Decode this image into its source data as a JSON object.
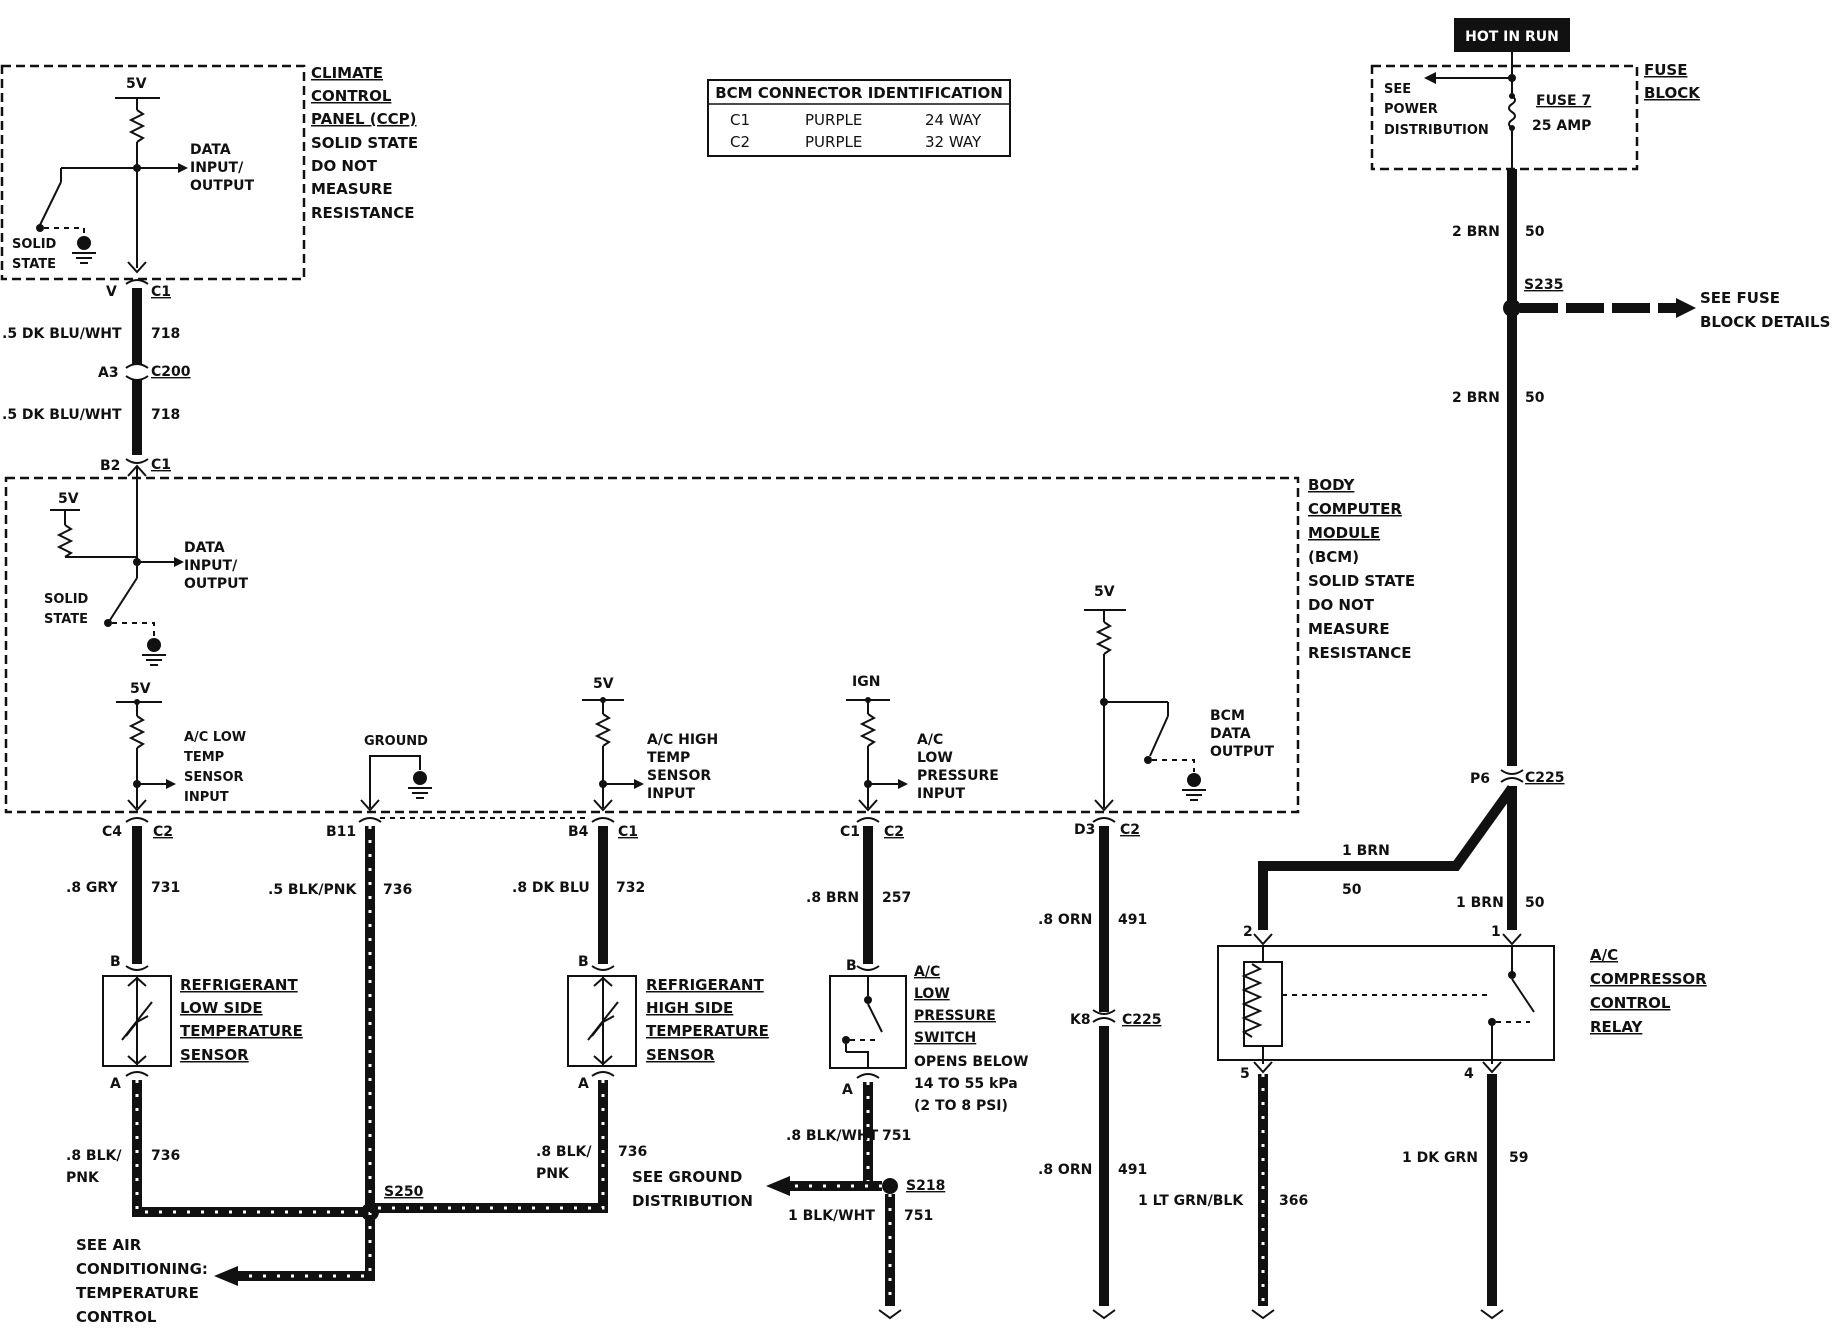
{
  "hot_in_run": "HOT IN RUN",
  "fuse_block": {
    "label_line1": "FUSE",
    "label_line2": "BLOCK",
    "fuse_name": "FUSE 7",
    "fuse_rating": "25 AMP",
    "see_power_line1": "SEE",
    "see_power_line2": "POWER",
    "see_power_line3": "DISTRIBUTION"
  },
  "bcm_table": {
    "title": "BCM CONNECTOR IDENTIFICATION",
    "rows": [
      {
        "conn": "C1",
        "color": "PURPLE",
        "size": "24 WAY"
      },
      {
        "conn": "C2",
        "color": "PURPLE",
        "size": "32 WAY"
      }
    ]
  },
  "ccp": {
    "label": [
      "CLIMATE",
      "CONTROL",
      "PANEL (CCP)",
      "SOLID STATE",
      "DO NOT",
      "MEASURE",
      "RESISTANCE"
    ],
    "voltage": "5V",
    "data_io": [
      "DATA",
      "INPUT/",
      "OUTPUT"
    ],
    "solid_state": [
      "SOLID",
      "STATE"
    ]
  },
  "bcm": {
    "label": [
      "BODY",
      "COMPUTER",
      "MODULE",
      "(BCM)",
      "SOLID STATE",
      "DO NOT",
      "MEASURE",
      "RESISTANCE"
    ],
    "voltage": "5V",
    "data_io": [
      "DATA",
      "INPUT/",
      "OUTPUT"
    ],
    "solid_state": [
      "SOLID",
      "STATE"
    ],
    "ac_low_temp": [
      "A/C LOW",
      "TEMP",
      "SENSOR",
      "INPUT"
    ],
    "ground": "GROUND",
    "ac_high_temp": [
      "A/C HIGH",
      "TEMP",
      "SENSOR",
      "INPUT"
    ],
    "ign": "IGN",
    "ac_low_pressure": [
      "A/C",
      "LOW",
      "PRESSURE",
      "INPUT"
    ],
    "data_output": [
      "BCM",
      "DATA",
      "OUTPUT"
    ]
  },
  "ccp_wire": {
    "pin_v": "V",
    "c1": "C1",
    "wire_a": ".5 DK BLU/WHT",
    "circuit_a": "718",
    "pin_a3": "A3",
    "c200": "C200",
    "wire_b": ".5 DK BLU/WHT",
    "circuit_b": "718",
    "pin_b2": "B2",
    "c1_b": "C1"
  },
  "power_wire": {
    "wire_top": "2 BRN",
    "circuit_top": "50",
    "splice": "S235",
    "see_fuse": [
      "SEE FUSE",
      "BLOCK DETAILS"
    ],
    "wire_mid": "2 BRN",
    "circuit_mid": "50",
    "pin_p6": "P6",
    "c225": "C225",
    "wire_left": "1 BRN",
    "circuit_left": "50",
    "wire_right": "1 BRN",
    "circuit_right": "50"
  },
  "relay": {
    "label": [
      "A/C",
      "COMPRESSOR",
      "CONTROL",
      "RELAY"
    ],
    "pin2": "2",
    "pin1": "1",
    "pin5": "5",
    "pin4": "4",
    "wire_5": "1 LT GRN/BLK",
    "circuit_5": "366",
    "wire_4": "1 DK GRN",
    "circuit_4": "59"
  },
  "low_side": {
    "pin": "C4",
    "conn": "C2",
    "wire": ".8 GRY",
    "circuit": "731",
    "pin_b": "B",
    "pin_a": "A",
    "label": [
      "REFRIGERANT",
      "LOW SIDE",
      "TEMPERATURE",
      "SENSOR"
    ],
    "wire_bottom_1": ".8 BLK/",
    "wire_bottom_2": "PNK",
    "circuit_bottom": "736"
  },
  "ground_wire": {
    "pin": "B11",
    "wire": ".5 BLK/PNK",
    "circuit": "736",
    "splice": "S250",
    "see_ac": [
      "SEE AIR",
      "CONDITIONING:",
      "TEMPERATURE",
      "CONTROL"
    ]
  },
  "high_side": {
    "pin": "B4",
    "conn": "C1",
    "wire": ".8 DK BLU",
    "circuit": "732",
    "pin_b": "B",
    "pin_a": "A",
    "label": [
      "REFRIGERANT",
      "HIGH SIDE",
      "TEMPERATURE",
      "SENSOR"
    ],
    "wire_bottom_1": ".8 BLK/",
    "wire_bottom_2": "PNK",
    "circuit_bottom": "736"
  },
  "pressure_switch": {
    "pin": "C1",
    "conn": "C2",
    "wire": ".8 BRN",
    "circuit": "257",
    "pin_b": "B",
    "pin_a": "A",
    "label": [
      "A/C",
      "LOW",
      "PRESSURE",
      "SWITCH"
    ],
    "note": [
      "OPENS BELOW",
      "14 TO 55 kPa",
      "(2 TO 8 PSI)"
    ],
    "wire_bottom": ".8 BLK/WHT",
    "circuit_bottom": "751",
    "see_ground": [
      "SEE GROUND",
      "DISTRIBUTION"
    ],
    "splice": "S218",
    "wire_lower": "1 BLK/WHT",
    "circuit_lower": "751"
  },
  "data_wire": {
    "pin": "D3",
    "conn": "C2",
    "wire": ".8 ORN",
    "circuit": "491",
    "pin_k8": "K8",
    "c225": "C225",
    "wire_lower": ".8 ORN",
    "circuit_lower": "491"
  }
}
